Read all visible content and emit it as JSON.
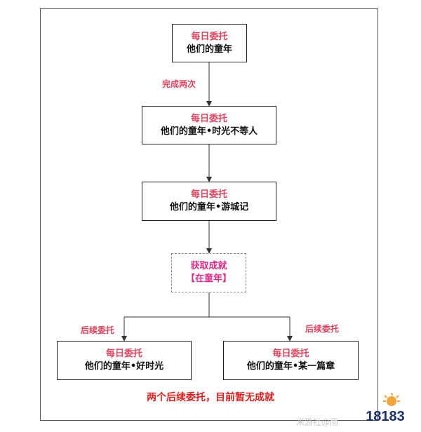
{
  "nodes": {
    "n1": {
      "line1": "每日委托",
      "line2": "他们的童年"
    },
    "n2": {
      "line1": "每日委托",
      "line2": "他们的童年•时光不等人"
    },
    "n3": {
      "line1": "每日委托",
      "line2": "他们的童年•游城记"
    },
    "n4": {
      "line1": "获取成就",
      "line2": "【在童年】"
    },
    "n5": {
      "line1": "每日委托",
      "line2": "他们的童年•好时光"
    },
    "n6": {
      "line1": "每日委托",
      "line2": "他们的童年•某一篇章"
    }
  },
  "edge_labels": {
    "complete_twice": "完成两次",
    "followup_left": "后续委托",
    "followup_right": "后续委托"
  },
  "footer_note": "两个后续委托，目前暂无成就",
  "watermark": "米游社@雨",
  "logo_text": "18183",
  "colors": {
    "label_red": "#d9455f",
    "achievement_pink": "#d92f8a",
    "note_red": "#d61f1f"
  }
}
